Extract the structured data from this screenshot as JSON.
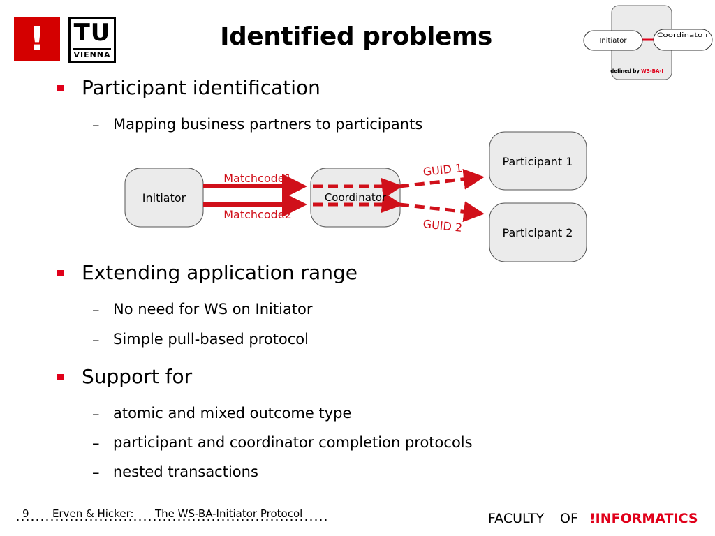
{
  "slide": {
    "title": "Identified problems",
    "logo": {
      "mark": "!",
      "tu": "TU",
      "vienna": "VIENNA"
    },
    "thumbnail": {
      "initiator": "Initiator",
      "coordinator": "Coordinato r",
      "defined_by": "defined by",
      "ws_ba_i": "WS-BA-I"
    },
    "sections": [
      {
        "heading": "Participant identification",
        "items": [
          "Mapping business partners to participants"
        ]
      },
      {
        "heading": "Extending application range",
        "items": [
          "No need for WS on Initiator",
          "Simple pull-based protocol"
        ]
      },
      {
        "heading": "Support for",
        "items": [
          "atomic and mixed outcome type",
          "participant and coordinator completion protocols",
          "nested transactions"
        ]
      }
    ],
    "dash": "–",
    "diagram": {
      "initiator": "Initiator",
      "coordinator": "Coordinator",
      "participant1": "Participant 1",
      "participant2": "Participant 2",
      "matchcode1": "Matchcode1",
      "matchcode2": "Matchcode2",
      "guid1": "GUID 1",
      "guid2": "GUID 2"
    },
    "footer": {
      "page_number": "9",
      "authors": "Erven & Hicker:",
      "talk_title": "The WS-BA-Initiator Protocol",
      "faculty": "FACULTY",
      "of": "OF",
      "informatics": "!INFORMATICS"
    },
    "colors": {
      "accent": "#e0001a",
      "box_fill": "#ebebeb"
    }
  }
}
